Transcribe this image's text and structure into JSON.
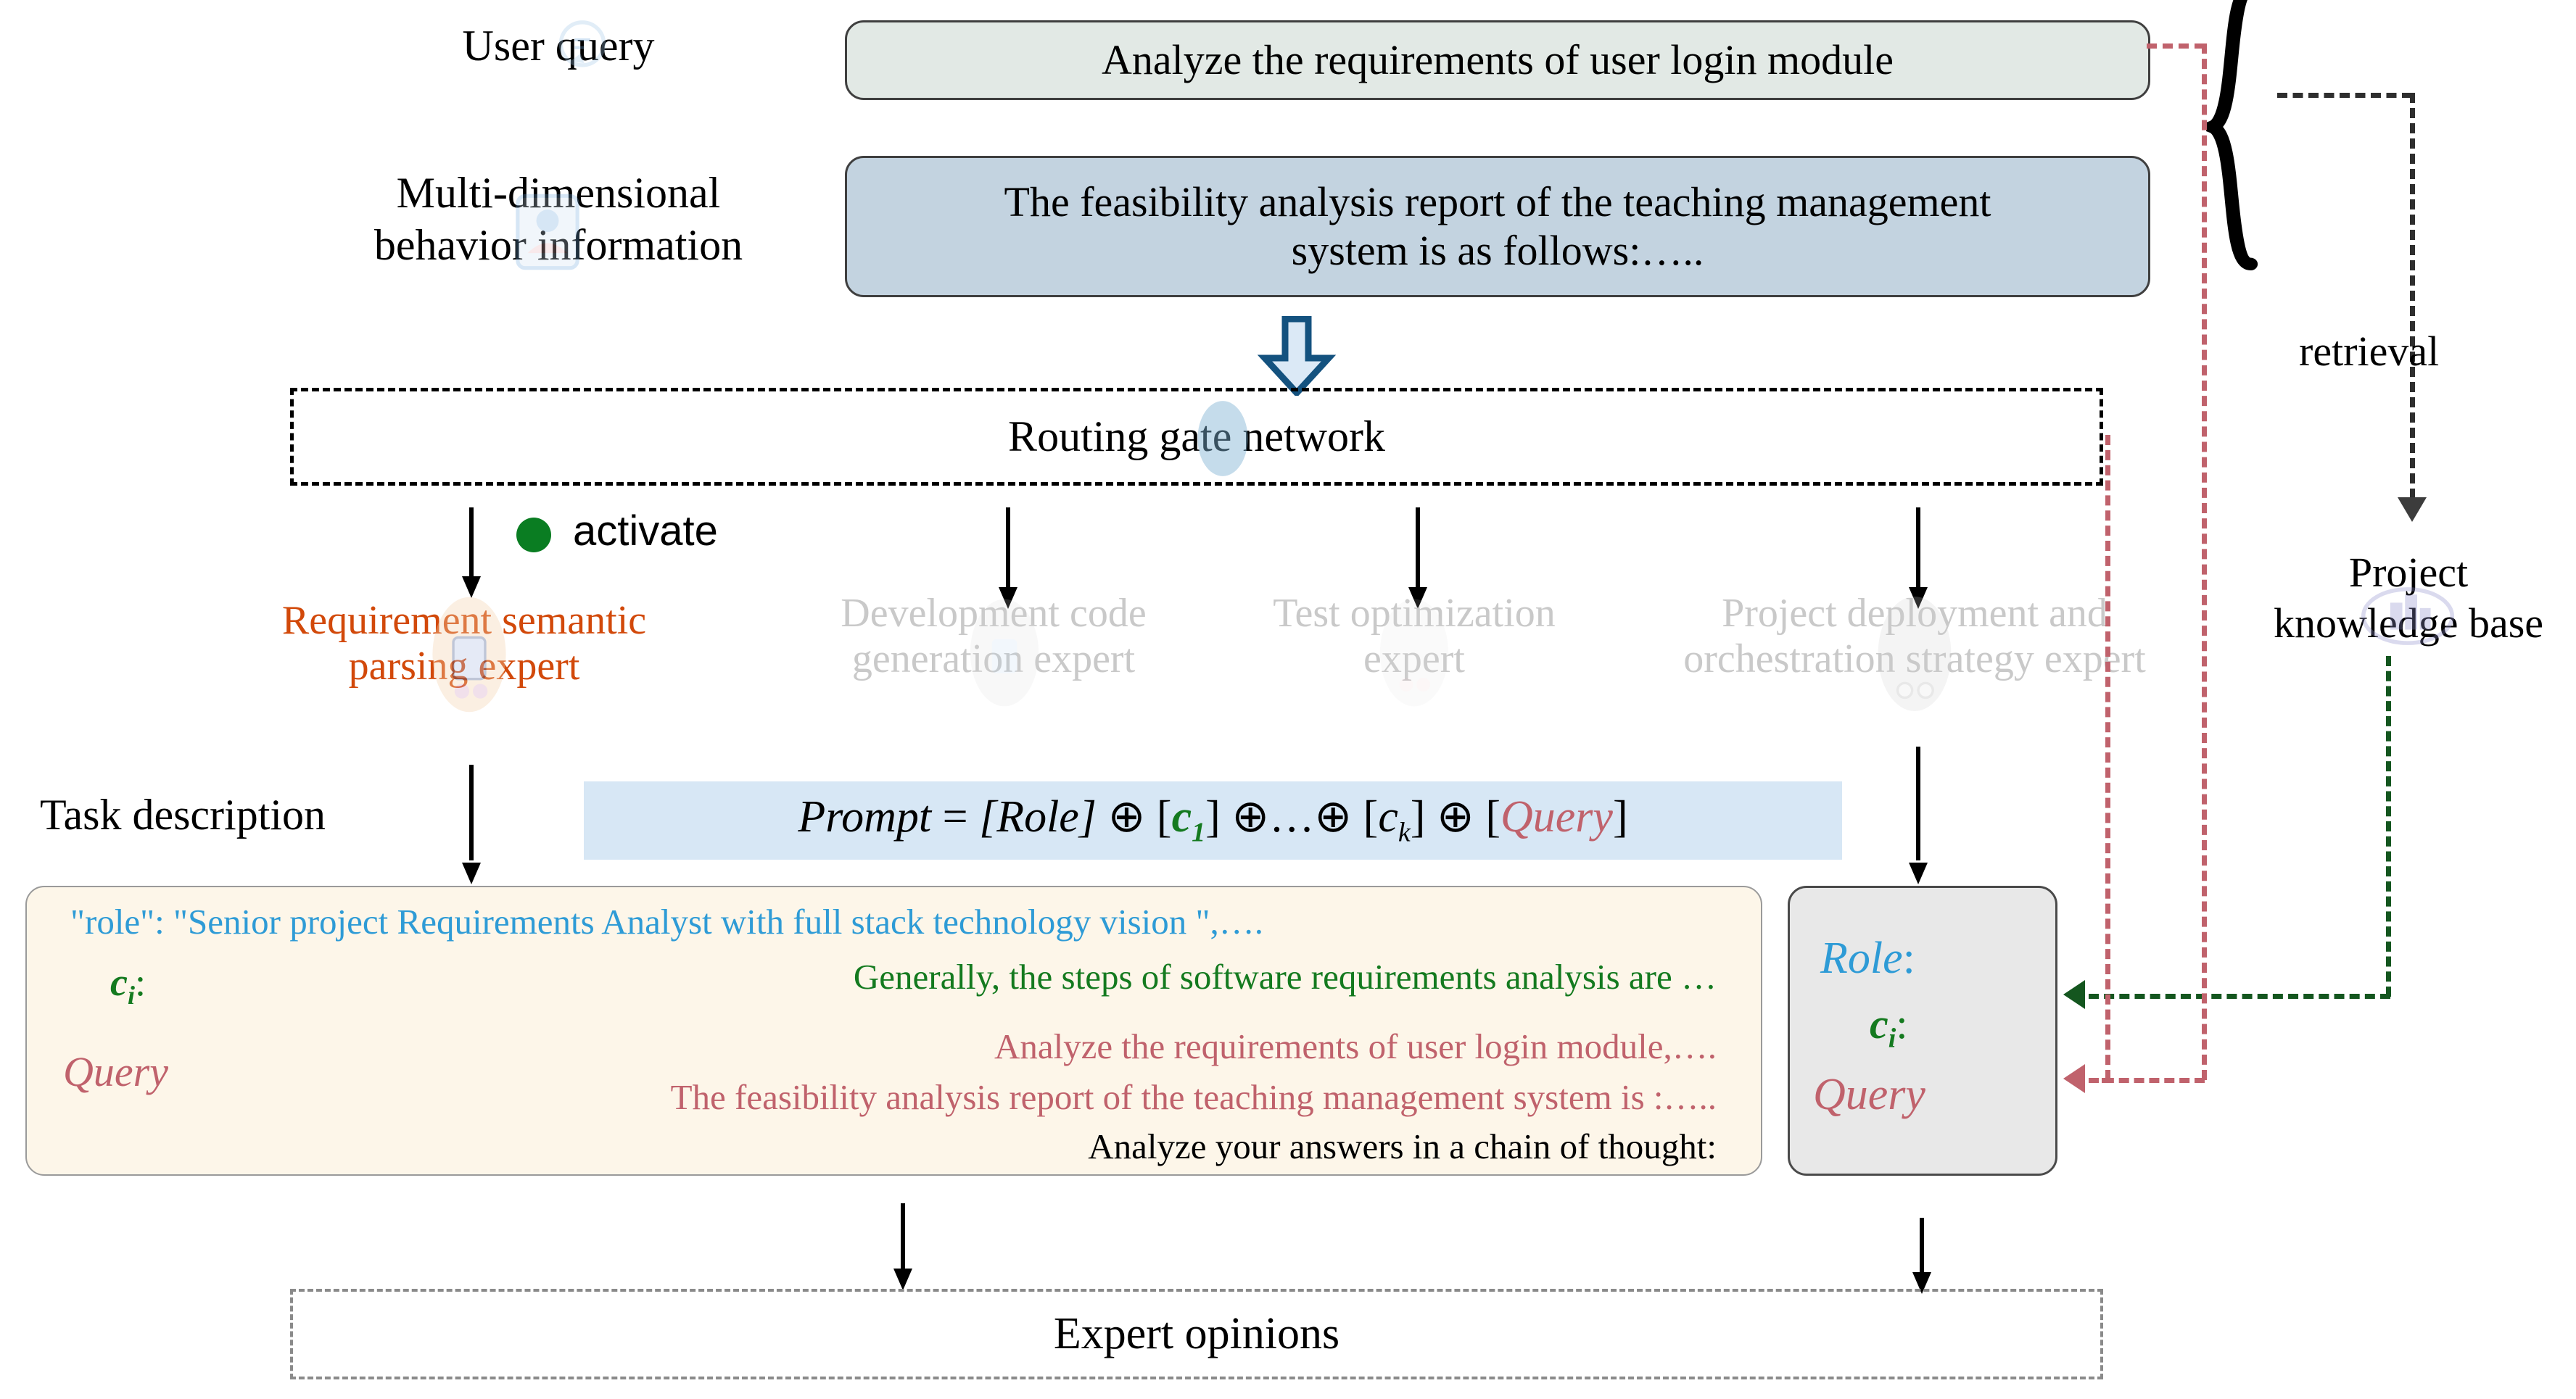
{
  "diagram": {
    "title": "Expert routing and prompt construction pipeline"
  },
  "left_labels": {
    "user_query": "User query",
    "behavior_line1": "Multi-dimensional",
    "behavior_line2": "behavior information",
    "task_description": "Task description"
  },
  "boxes": {
    "user_query_text": "Analyze the requirements of user login module",
    "behavior_text_line1": "The feasibility analysis report of the teaching management",
    "behavior_text_line2": "system is as follows:…..",
    "routing_gate": "Routing gate network",
    "expert_opinions": "Expert opinions"
  },
  "activate": {
    "label": "activate",
    "dot_color": "#0a7d22"
  },
  "experts": [
    {
      "line1": "Requirement semantic",
      "line2": "parsing expert",
      "state": "active",
      "color": "#d2490a"
    },
    {
      "line1": "Development code",
      "line2": "generation expert",
      "state": "inactive",
      "color": "#c9c9c9"
    },
    {
      "line1": "Test optimization",
      "line2": "expert",
      "state": "inactive",
      "color": "#c9c9c9"
    },
    {
      "line1": "Project deployment and",
      "line2": "orchestration strategy expert",
      "state": "inactive",
      "color": "#c9c9c9"
    }
  ],
  "formula": {
    "prompt": "Prompt",
    "equals": "=",
    "role": "[Role]",
    "oplus": "⊕",
    "c1": "c",
    "c1_sub": "1",
    "ellipsis": "…",
    "ck": "c",
    "ck_sub": "k",
    "query": "Query",
    "lbracket": "[",
    "rbracket": "]",
    "bg_color": "#d7e7f5"
  },
  "prompt_box": {
    "role_line": "\"role\": \"Senior project Requirements Analyst with full stack technology vision \",….",
    "ci_label": "c",
    "ci_sub": "i",
    "ci_colon": ":",
    "ci_line": "Generally, the steps of software requirements analysis are …",
    "query_label": "Query",
    "query_line1": "Analyze the requirements of user login module,….",
    "query_line2": "The feasibility analysis report of the teaching management system is :…..",
    "final_line": "Analyze your answers in a chain of thought:",
    "colors": {
      "role": "#2e9bd6",
      "ci": "#147a1f",
      "query": "#c0626c",
      "final": "#000000"
    }
  },
  "role_box": {
    "role": "Role",
    "role_colon": ":",
    "ci": "c",
    "ci_sub": "i",
    "ci_colon": ":",
    "query": "Query"
  },
  "right_side": {
    "retrieval": "retrieval",
    "kb_line1": "Project",
    "kb_line2": "knowledge base"
  }
}
